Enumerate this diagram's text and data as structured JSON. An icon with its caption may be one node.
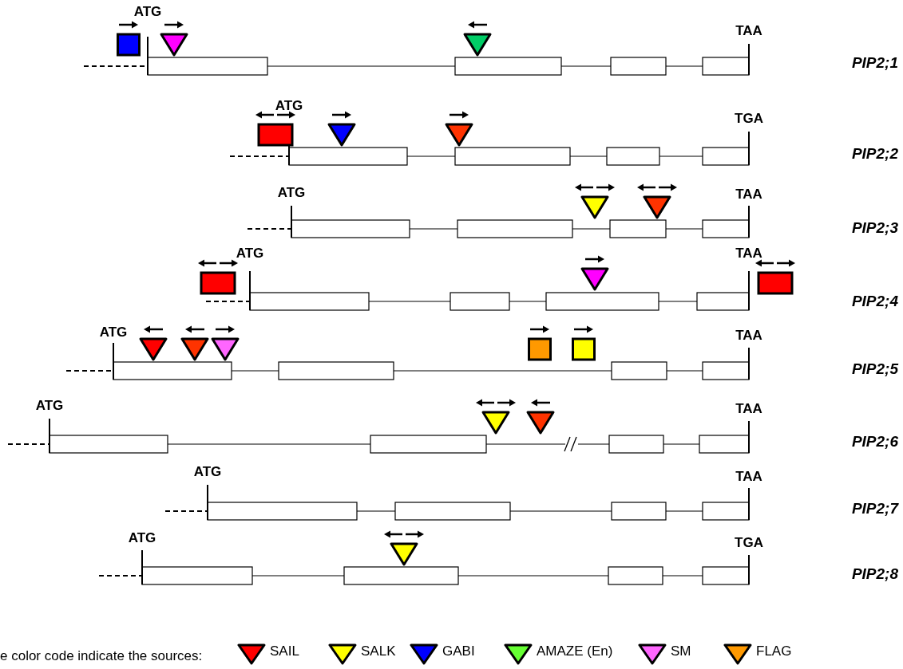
{
  "diagram": {
    "labels": [
      "ATG",
      "TAA",
      "PIP2;1",
      "ATG",
      "TGA",
      "PIP2;2",
      "ATG",
      "TAA",
      "PIP2;3",
      "ATG",
      "TAA",
      "PIP2;4",
      "ATG",
      "TAA",
      "PIP2;5",
      "ATG",
      "TAA",
      "PIP2;6",
      "ATG",
      "TAA",
      "PIP2;7",
      "ATG",
      "TGA",
      "PIP2;8",
      "e color code indicate the sources:"
    ],
    "legend": [
      {
        "text": "SAIL",
        "color": "#ff0000"
      },
      {
        "text": "SALK",
        "color": "#ffff00"
      },
      {
        "text": "GABI",
        "color": "#0000ff"
      },
      {
        "text": "AMAZE (En)",
        "color": "#66ff33"
      },
      {
        "text": "SM",
        "color": "#ff66ff"
      },
      {
        "text": "FLAG",
        "color": "#ff9900"
      }
    ]
  }
}
